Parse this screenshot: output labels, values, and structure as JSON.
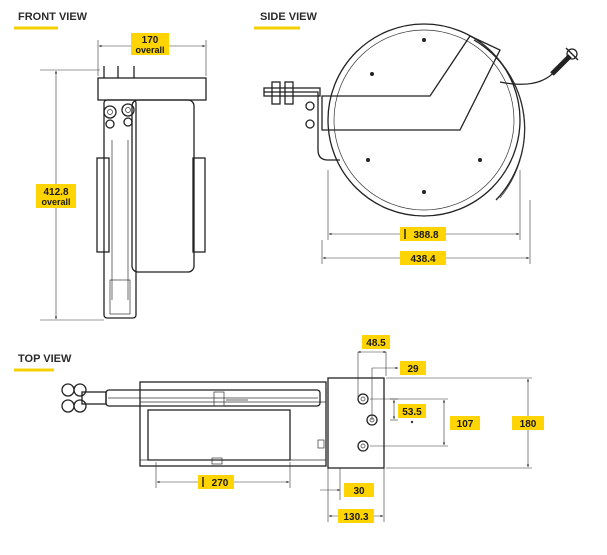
{
  "views": {
    "front": {
      "title": "FRONT VIEW"
    },
    "side": {
      "title": "SIDE VIEW"
    },
    "top": {
      "title": "TOP VIEW"
    }
  },
  "dimensions": {
    "front_width": {
      "value": "170",
      "note": "overall"
    },
    "front_height": {
      "value": "412.8",
      "note": "overall"
    },
    "side_drum": {
      "value": "388.8"
    },
    "side_overall": {
      "value": "438.4"
    },
    "top_270": {
      "value": "270"
    },
    "top_30": {
      "value": "30"
    },
    "top_130_3": {
      "value": "130.3"
    },
    "top_48_5": {
      "value": "48.5"
    },
    "top_29": {
      "value": "29"
    },
    "top_53_5": {
      "value": "53.5"
    },
    "top_107": {
      "value": "107"
    },
    "top_180": {
      "value": "180"
    }
  },
  "colors": {
    "accent": "#f5d000",
    "label_bg": "#ffd400",
    "line": "#222222"
  }
}
